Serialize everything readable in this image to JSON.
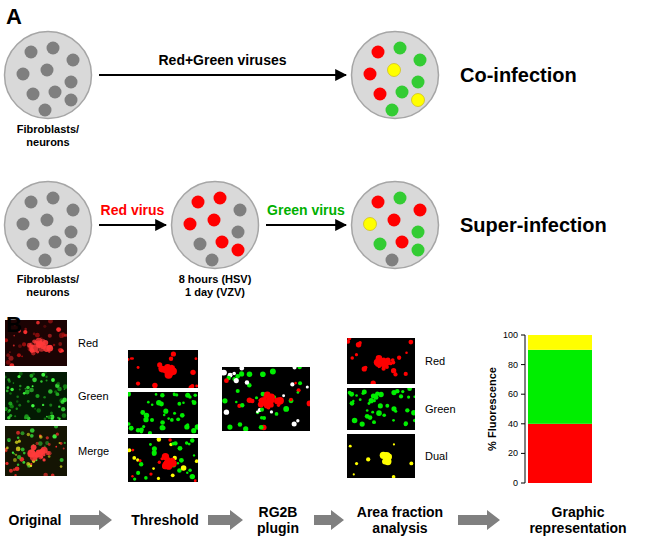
{
  "diagram": {
    "nodes": [
      {
        "text": [
          "Fibroblasts/ neurons"
        ]
      },
      {
        "text": [
          "Co-infection"
        ]
      },
      {
        "text": [
          "Fibroblasts/ neurons"
        ]
      },
      {
        "text": [
          "8 hours (HSV) 1 day (VZV)"
        ]
      },
      {
        "text": [
          "Super-infection"
        ]
      }
    ],
    "edges": [
      {
        "from": 0,
        "to": 1,
        "arrow": "to",
        "label": "Red+Green viruses"
      },
      {
        "from": 2,
        "to": 3,
        "arrow": "to",
        "label": "Red virus"
      },
      {
        "from": 3,
        "to": 4,
        "arrow": "to",
        "label": "Green virus"
      }
    ],
    "labels": [
      "A",
      "B",
      "Red",
      "Green",
      "Merge",
      "Red",
      "Green",
      "Dual",
      "% Fluorescence",
      "0",
      "20",
      "40",
      "60",
      "80",
      "100",
      "Original",
      "Threshold",
      "RG2B plugin",
      "Area fraction analysis",
      "Graphic representation"
    ]
  }
}
